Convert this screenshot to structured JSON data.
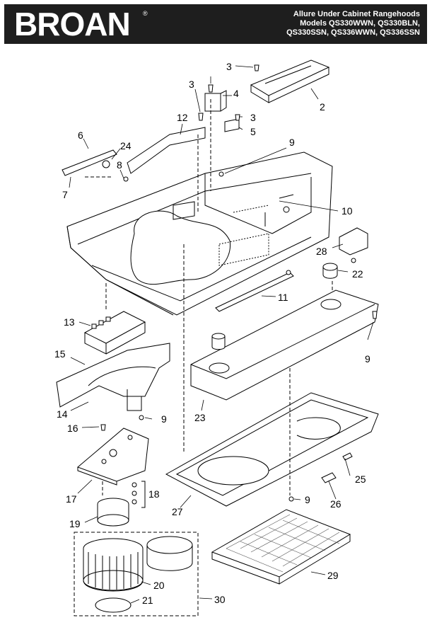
{
  "header": {
    "brand": "BROAN",
    "registered": "®",
    "title": "Allure Under Cabinet Rangehoods",
    "models_line1": "Models QS330WWN, QS330BLN,",
    "models_line2": "QS330SSN, QS336WWN, QS336SSN"
  },
  "callouts": {
    "c3a": "3",
    "c3b": "3",
    "c3c": "3",
    "c4": "4",
    "c2": "2",
    "c12": "12",
    "c5": "5",
    "c6": "6",
    "c24": "24",
    "c8": "8",
    "c7": "7",
    "c9a": "9",
    "c10": "10",
    "c28": "28",
    "c22": "22",
    "c11": "11",
    "c13": "13",
    "c9b": "9",
    "c15": "15",
    "c14": "14",
    "c9c": "9",
    "c23": "23",
    "c16": "16",
    "c25": "25",
    "c17": "17",
    "c18": "18",
    "c26": "26",
    "c9d": "9",
    "c27": "27",
    "c19": "19",
    "c29": "29",
    "c20": "20",
    "c30": "30",
    "c21": "21"
  }
}
